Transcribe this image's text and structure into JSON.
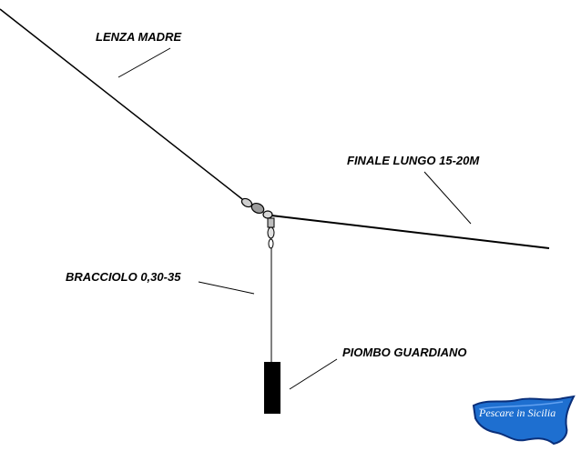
{
  "labels": {
    "main_line": "LENZA MADRE",
    "long_leader": "FINALE  LUNGO 15-20M",
    "dropper": "BRACCIOLO 0,30-35",
    "sinker": "PIOMBO GUARDIANO"
  },
  "logo": {
    "text": "Pescare in Sicilia"
  },
  "colors": {
    "line": "#000000",
    "sinker": "#000000",
    "logo_blue": "#1e6fd0",
    "logo_dark": "#0a2f7a"
  },
  "icons": {
    "swivel": "three-way-swivel-icon",
    "logo": "sicily-island-logo"
  }
}
